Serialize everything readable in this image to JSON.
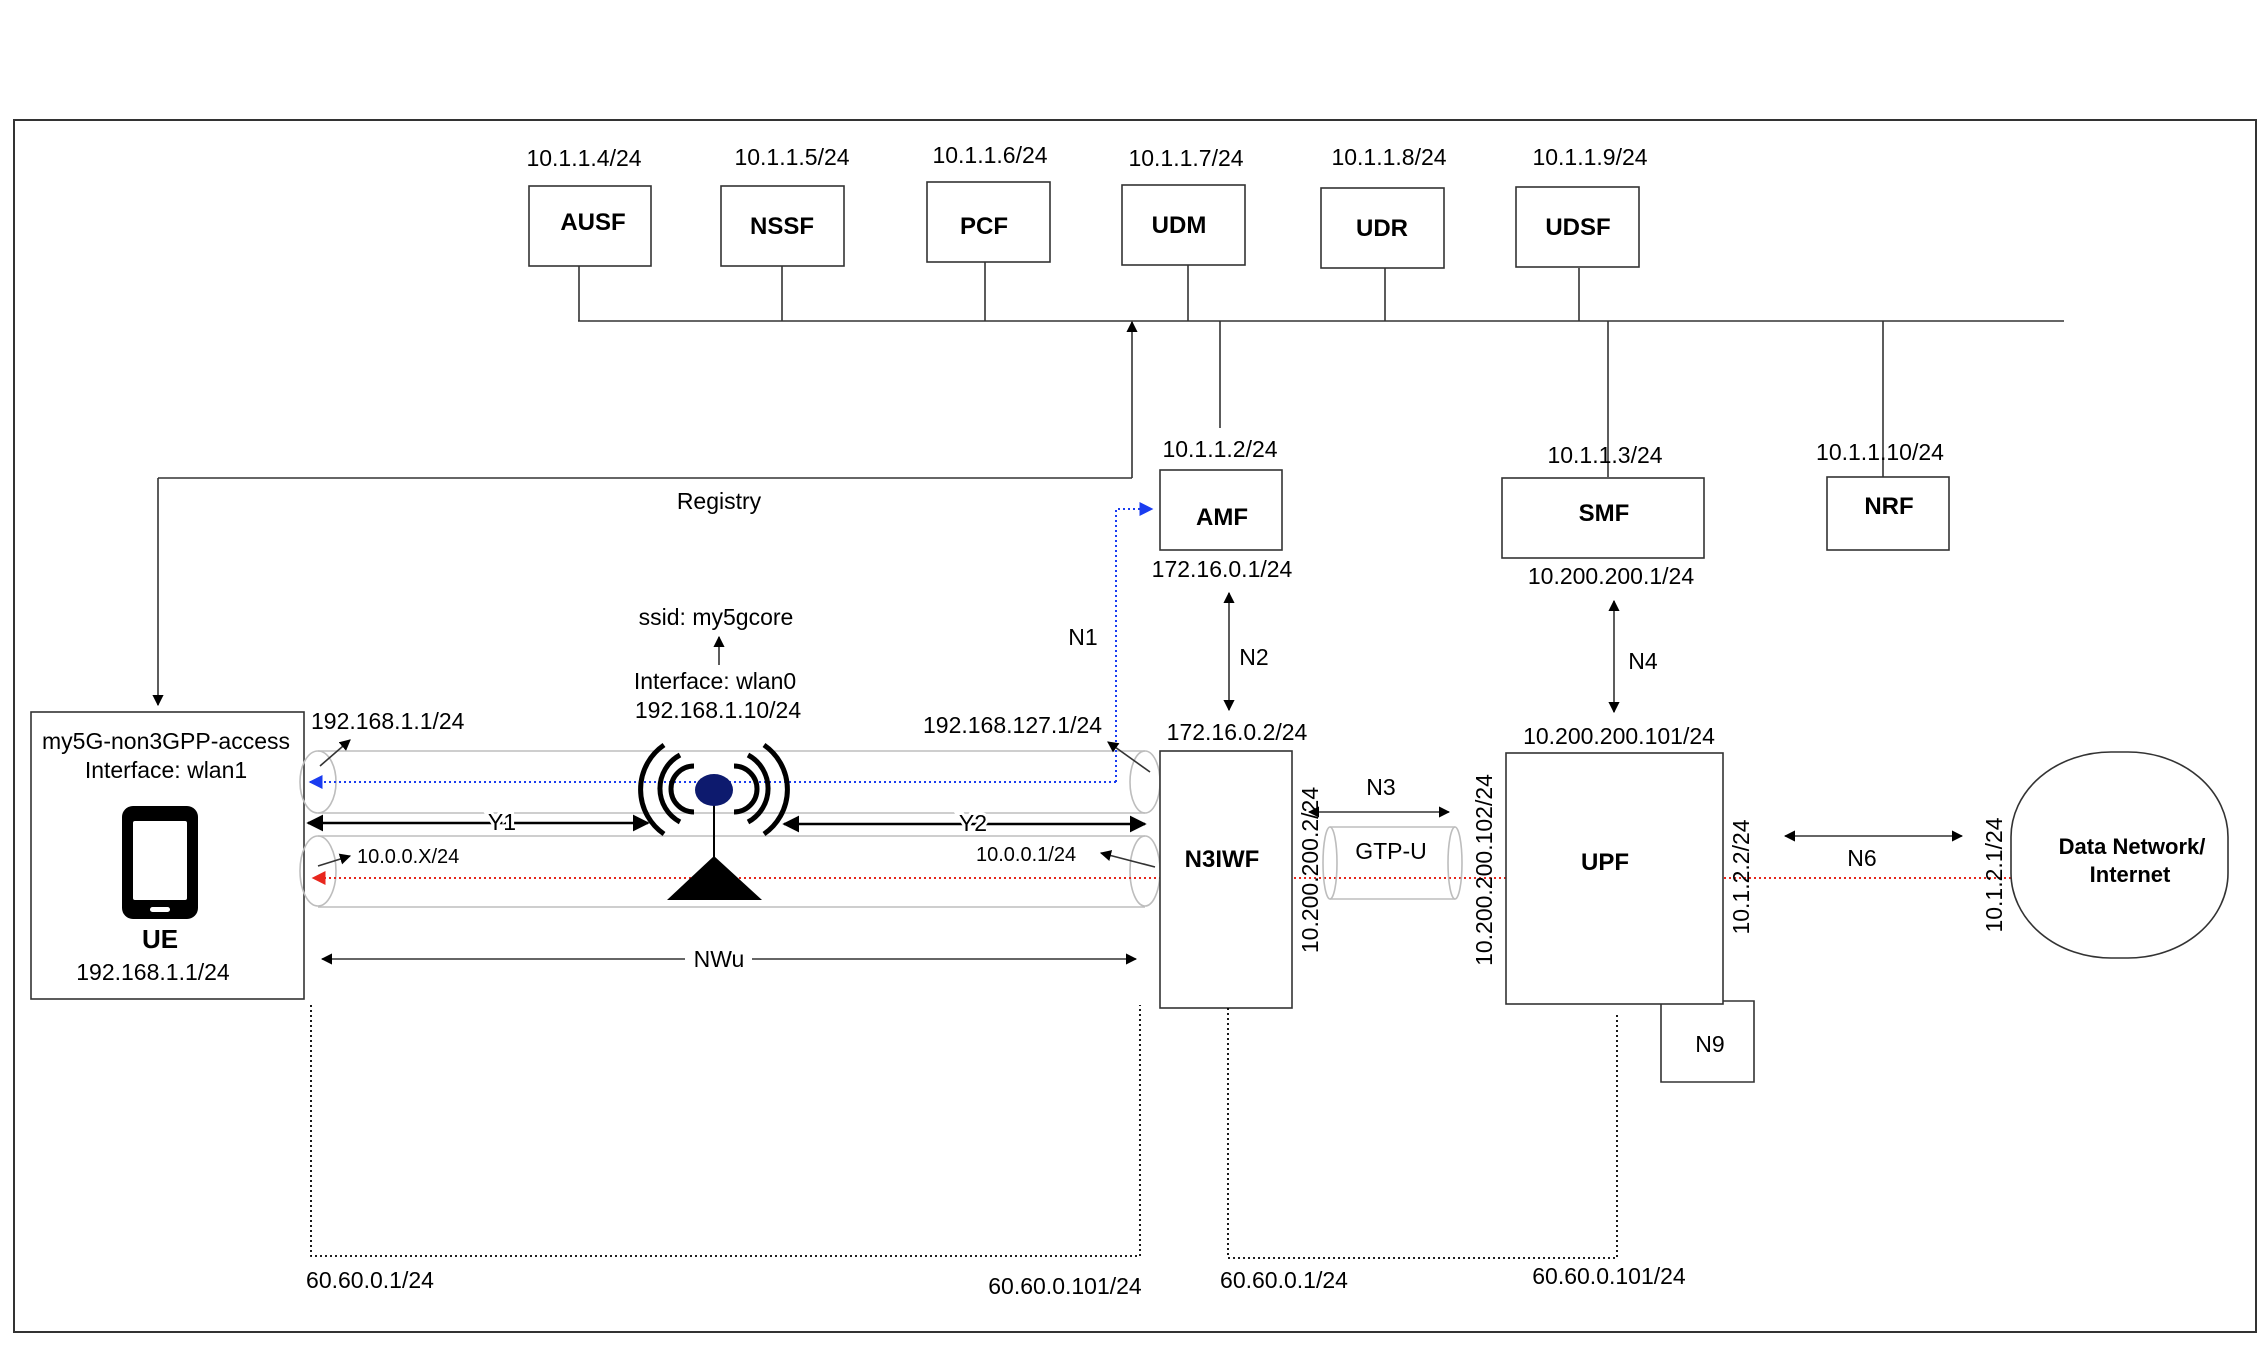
{
  "nfs": {
    "ausf": {
      "name": "AUSF",
      "ip": "10.1.1.4/24"
    },
    "nssf": {
      "name": "NSSF",
      "ip": "10.1.1.5/24"
    },
    "pcf": {
      "name": "PCF",
      "ip": "10.1.1.6/24"
    },
    "udm": {
      "name": "UDM",
      "ip": "10.1.1.7/24"
    },
    "udr": {
      "name": "UDR",
      "ip": "10.1.1.8/24"
    },
    "udsf": {
      "name": "UDSF",
      "ip": "10.1.1.9/24"
    },
    "amf": {
      "name": "AMF",
      "ip_top": "10.1.1.2/24",
      "ip_bottom": "172.16.0.1/24"
    },
    "smf": {
      "name": "SMF",
      "ip_top": "10.1.1.3/24",
      "ip_bottom": "10.200.200.1/24"
    },
    "nrf": {
      "name": "NRF",
      "ip": "10.1.1.10/24"
    },
    "n3iwf": {
      "name": "N3IWF",
      "ip_top": "172.16.0.2/24",
      "ip_right": "10.200.200.2/24"
    },
    "upf": {
      "name": "UPF",
      "ip_top": "10.200.200.101/24",
      "ip_left": "10.200.200.102/24",
      "ip_right": "10.1.2.2/24"
    },
    "dn": {
      "name_line1": "Data Network/",
      "name_line2": "Internet",
      "ip_left": "10.1.2.1/24"
    }
  },
  "ue": {
    "access_name": "my5G-non3GPP-access",
    "interface": "Interface: wlan1",
    "label": "UE",
    "ip": "192.168.1.1/24"
  },
  "ap": {
    "ssid": "ssid: my5gcore",
    "interface": "Interface: wlan0",
    "ip": "192.168.1.10/24"
  },
  "links": {
    "registry": "Registry",
    "n1": "N1",
    "n2": "N2",
    "n3": "N3",
    "n4": "N4",
    "n6": "N6",
    "n9": "N9",
    "gtpu": "GTP-U",
    "y1": "Y1",
    "y2": "Y2",
    "nwu": "NWu"
  },
  "addresses": {
    "tunnel_ue_outer": "192.168.1.1/24",
    "tunnel_n3iwf_outer": "192.168.127.1/24",
    "tunnel_ue_inner": "10.0.0.X/24",
    "tunnel_n3iwf_inner": "10.0.0.1/24",
    "mgmt_a_left": "60.60.0.1/24",
    "mgmt_a_right": "60.60.0.101/24",
    "mgmt_b_left": "60.60.0.1/24",
    "mgmt_b_right": "60.60.0.101/24"
  },
  "colors": {
    "signaling": "#1a3cf0",
    "user_plane": "#e8261d",
    "antenna": "#0d1a6e"
  }
}
